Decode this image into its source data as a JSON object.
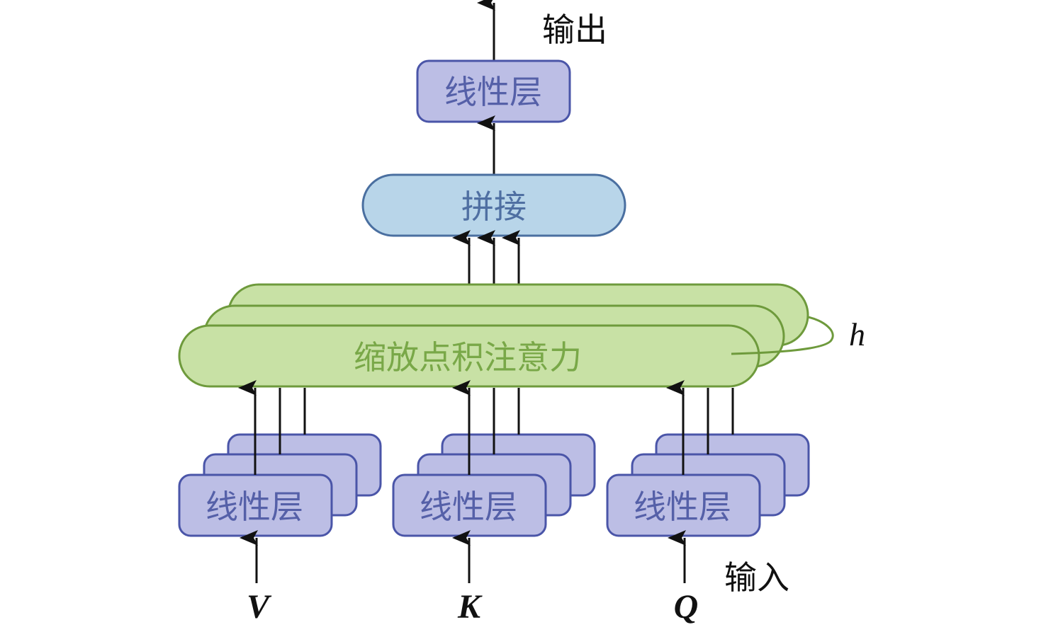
{
  "diagram": {
    "output_label": "输出",
    "input_label": "输入",
    "final_linear_label": "线性层",
    "concat_label": "拼接",
    "attention_label": "缩放点积注意力",
    "head_count_label": "h",
    "input_branches": [
      {
        "variable": "V",
        "linear_label": "线性层"
      },
      {
        "variable": "K",
        "linear_label": "线性层"
      },
      {
        "variable": "Q",
        "linear_label": "线性层"
      }
    ]
  },
  "colors": {
    "linear_fill": "#bcbee5",
    "linear_stroke": "#4a55a8",
    "linear_text": "#5560a8",
    "concat_fill": "#b8d5e9",
    "concat_stroke": "#4a6fa0",
    "concat_text": "#4f6fa2",
    "attention_fill": "#c8e1a5",
    "attention_stroke": "#6e9a3c",
    "attention_text": "#79a848",
    "arrow": "#111111",
    "text": "#111111"
  }
}
